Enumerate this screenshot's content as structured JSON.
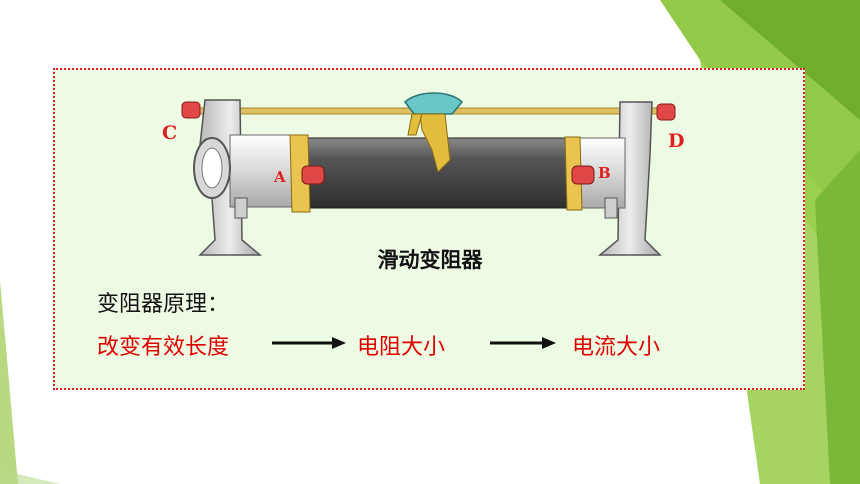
{
  "diagram": {
    "caption": "滑动变阻器",
    "pins": {
      "a": "A",
      "b": "B",
      "c": "C",
      "d": "D"
    }
  },
  "principle": {
    "heading": "变阻器原理：",
    "chain": [
      "改变有效长度",
      "电阻大小",
      "电流大小"
    ]
  },
  "colors": {
    "accent_green": "#8cc63f",
    "panel_border": "#e02020",
    "panel_fill": "#eefbe4",
    "chain_text": "#e00000"
  }
}
